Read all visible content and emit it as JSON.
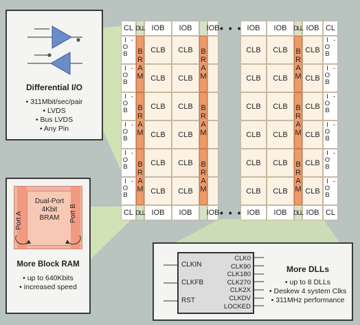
{
  "differential_io": {
    "title": "Differential I/O",
    "bullets": [
      "311Mbit/sec/pair",
      "LVDS",
      "Bus LVDS",
      "Any Pin"
    ]
  },
  "block_ram": {
    "title": "More Block RAM",
    "bram_label": [
      "Dual-Port",
      "4Kbit",
      "BRAM"
    ],
    "port_a": "Port A",
    "port_b": "Port B",
    "bullets": [
      "up to 640Kbits",
      "increased speed"
    ]
  },
  "dll": {
    "title": "More DLLs",
    "inputs": [
      "CLKIN",
      "CLKFB",
      "RST"
    ],
    "outputs": [
      "CLK0",
      "CLK90",
      "CLK180",
      "CLK270",
      "CLK2X",
      "CLKDV",
      "LOCKED"
    ],
    "bullets": [
      "up to 8 DLLs",
      "Deskew 4 system Clks",
      "311MHz performance"
    ]
  },
  "fpga": {
    "labels": {
      "clb": "CLB",
      "iob": "IOB",
      "bram": "BRAM",
      "dll": "DLL",
      "cl": "CL",
      "iob_side": "-IOB",
      "ellipsis": "• • •"
    }
  },
  "colors": {
    "bram": "#ec9a6a",
    "dll": "#d6e2c4",
    "beam": "#cfe3a0",
    "panel_border": "#3a3a3a"
  }
}
